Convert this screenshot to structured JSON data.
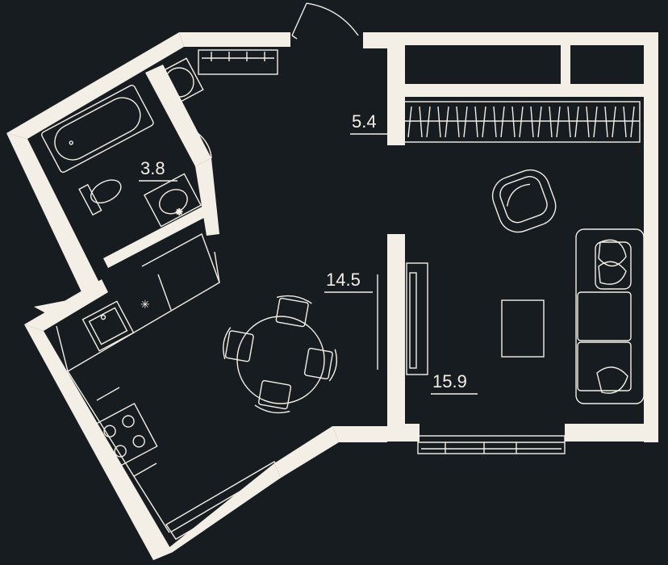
{
  "floorplan": {
    "colors": {
      "background": "#171c20",
      "walls": "#f4efe6",
      "lines": "#f4efe6"
    },
    "rooms": [
      {
        "id": "bathroom",
        "area": "3.8"
      },
      {
        "id": "balcony",
        "area": "5.4"
      },
      {
        "id": "kitchen-dining",
        "area": "14.5"
      },
      {
        "id": "living-room",
        "area": "15.9"
      }
    ]
  }
}
